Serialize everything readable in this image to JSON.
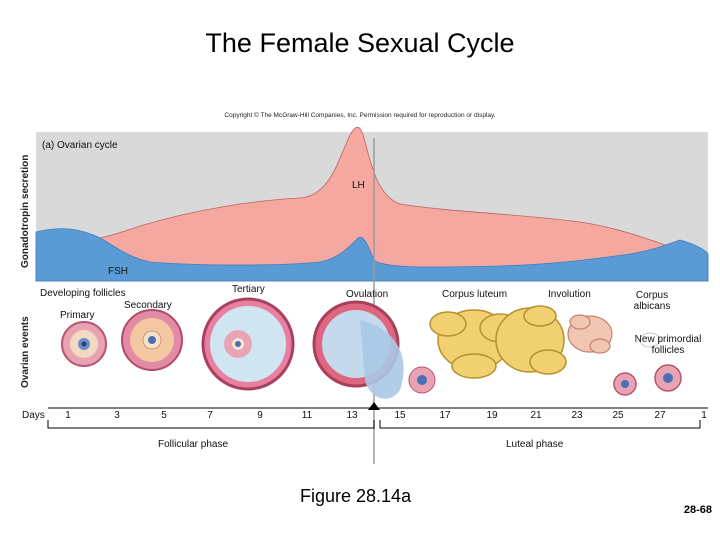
{
  "title": "The Female Sexual Cycle",
  "copyright": "Copyright © The McGraw-Hill Companies, Inc. Permission required for reproduction or display.",
  "axis_labels": {
    "gonadotropin": "Gonadotropin secretion",
    "ovarian": "Ovarian events"
  },
  "panel_label": "(a) Ovarian cycle",
  "hormones": {
    "lh": "LH",
    "fsh": "FSH"
  },
  "stages": {
    "developing": "Developing follicles",
    "primary": "Primary",
    "secondary": "Secondary",
    "tertiary": "Tertiary",
    "ovulation": "Ovulation",
    "corpus_luteum": "Corpus luteum",
    "involution": "Involution",
    "corpus_albicans": "Corpus albicans",
    "new_primordial": "New primordial follicles"
  },
  "days_label": "Days",
  "days": [
    "1",
    "3",
    "5",
    "7",
    "9",
    "11",
    "13",
    "15",
    "17",
    "19",
    "21",
    "23",
    "25",
    "27",
    "1"
  ],
  "phases": {
    "follicular": "Follicular phase",
    "luteal": "Luteal phase"
  },
  "caption": "Figure 28.14a",
  "slide_number": "28-68",
  "colors": {
    "fsh": "#5b9bd5",
    "lh": "#f4a8a0",
    "lh_edge": "#c06060",
    "panel_bg": "#d9d9d9"
  }
}
